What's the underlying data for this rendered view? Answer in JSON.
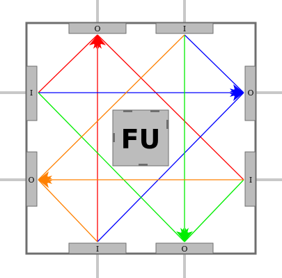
{
  "fu_label": "FU",
  "ports": {
    "top_left": "O",
    "top_right": "I",
    "right_upper": "O",
    "right_lower": "I",
    "bottom_left": "I",
    "bottom_right": "O",
    "left_upper": "I",
    "left_lower": "O"
  },
  "colors": {
    "red": "#ff0000",
    "blue": "#0000ff",
    "green": "#00ee00",
    "orange": "#ff8000",
    "port_fill": "#bcbcbc",
    "frame": "#6e6e6e",
    "stub": "#c8c8c8"
  }
}
